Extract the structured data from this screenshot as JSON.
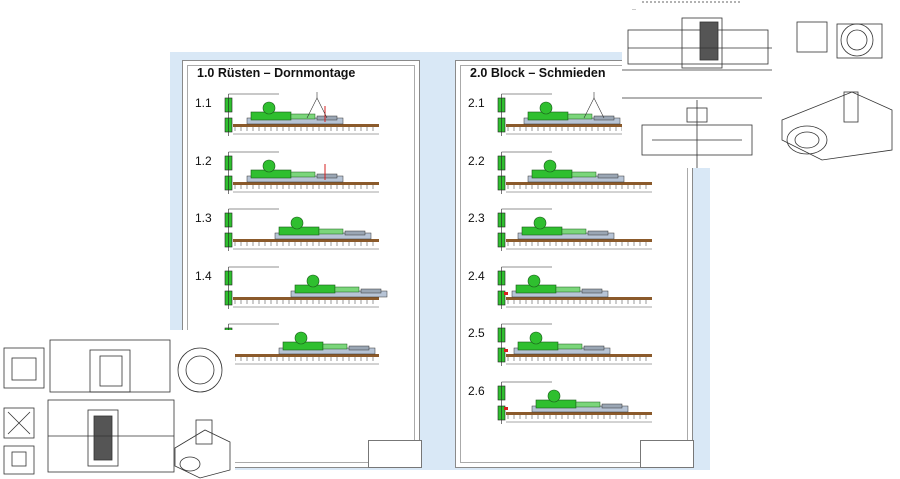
{
  "sheets": [
    {
      "title": "1.0 Rüsten – Dornmontage",
      "steps": [
        "1.1",
        "1.2",
        "1.3",
        "1.4",
        ""
      ]
    },
    {
      "title": "2.0 Block – Schmieden",
      "steps": [
        "2.1",
        "2.2",
        "2.3",
        "2.4",
        "2.5",
        "2.6"
      ]
    }
  ],
  "colors": {
    "panel": "#d9e8f6",
    "machine_green": "#2fbf2f",
    "rail_brown": "#8b5a2b",
    "marker_red": "#d62020",
    "line_dark": "#222222"
  },
  "icons": [
    "technical-drawing-topright",
    "technical-drawing-bottomleft",
    "forging-machine-icon"
  ]
}
